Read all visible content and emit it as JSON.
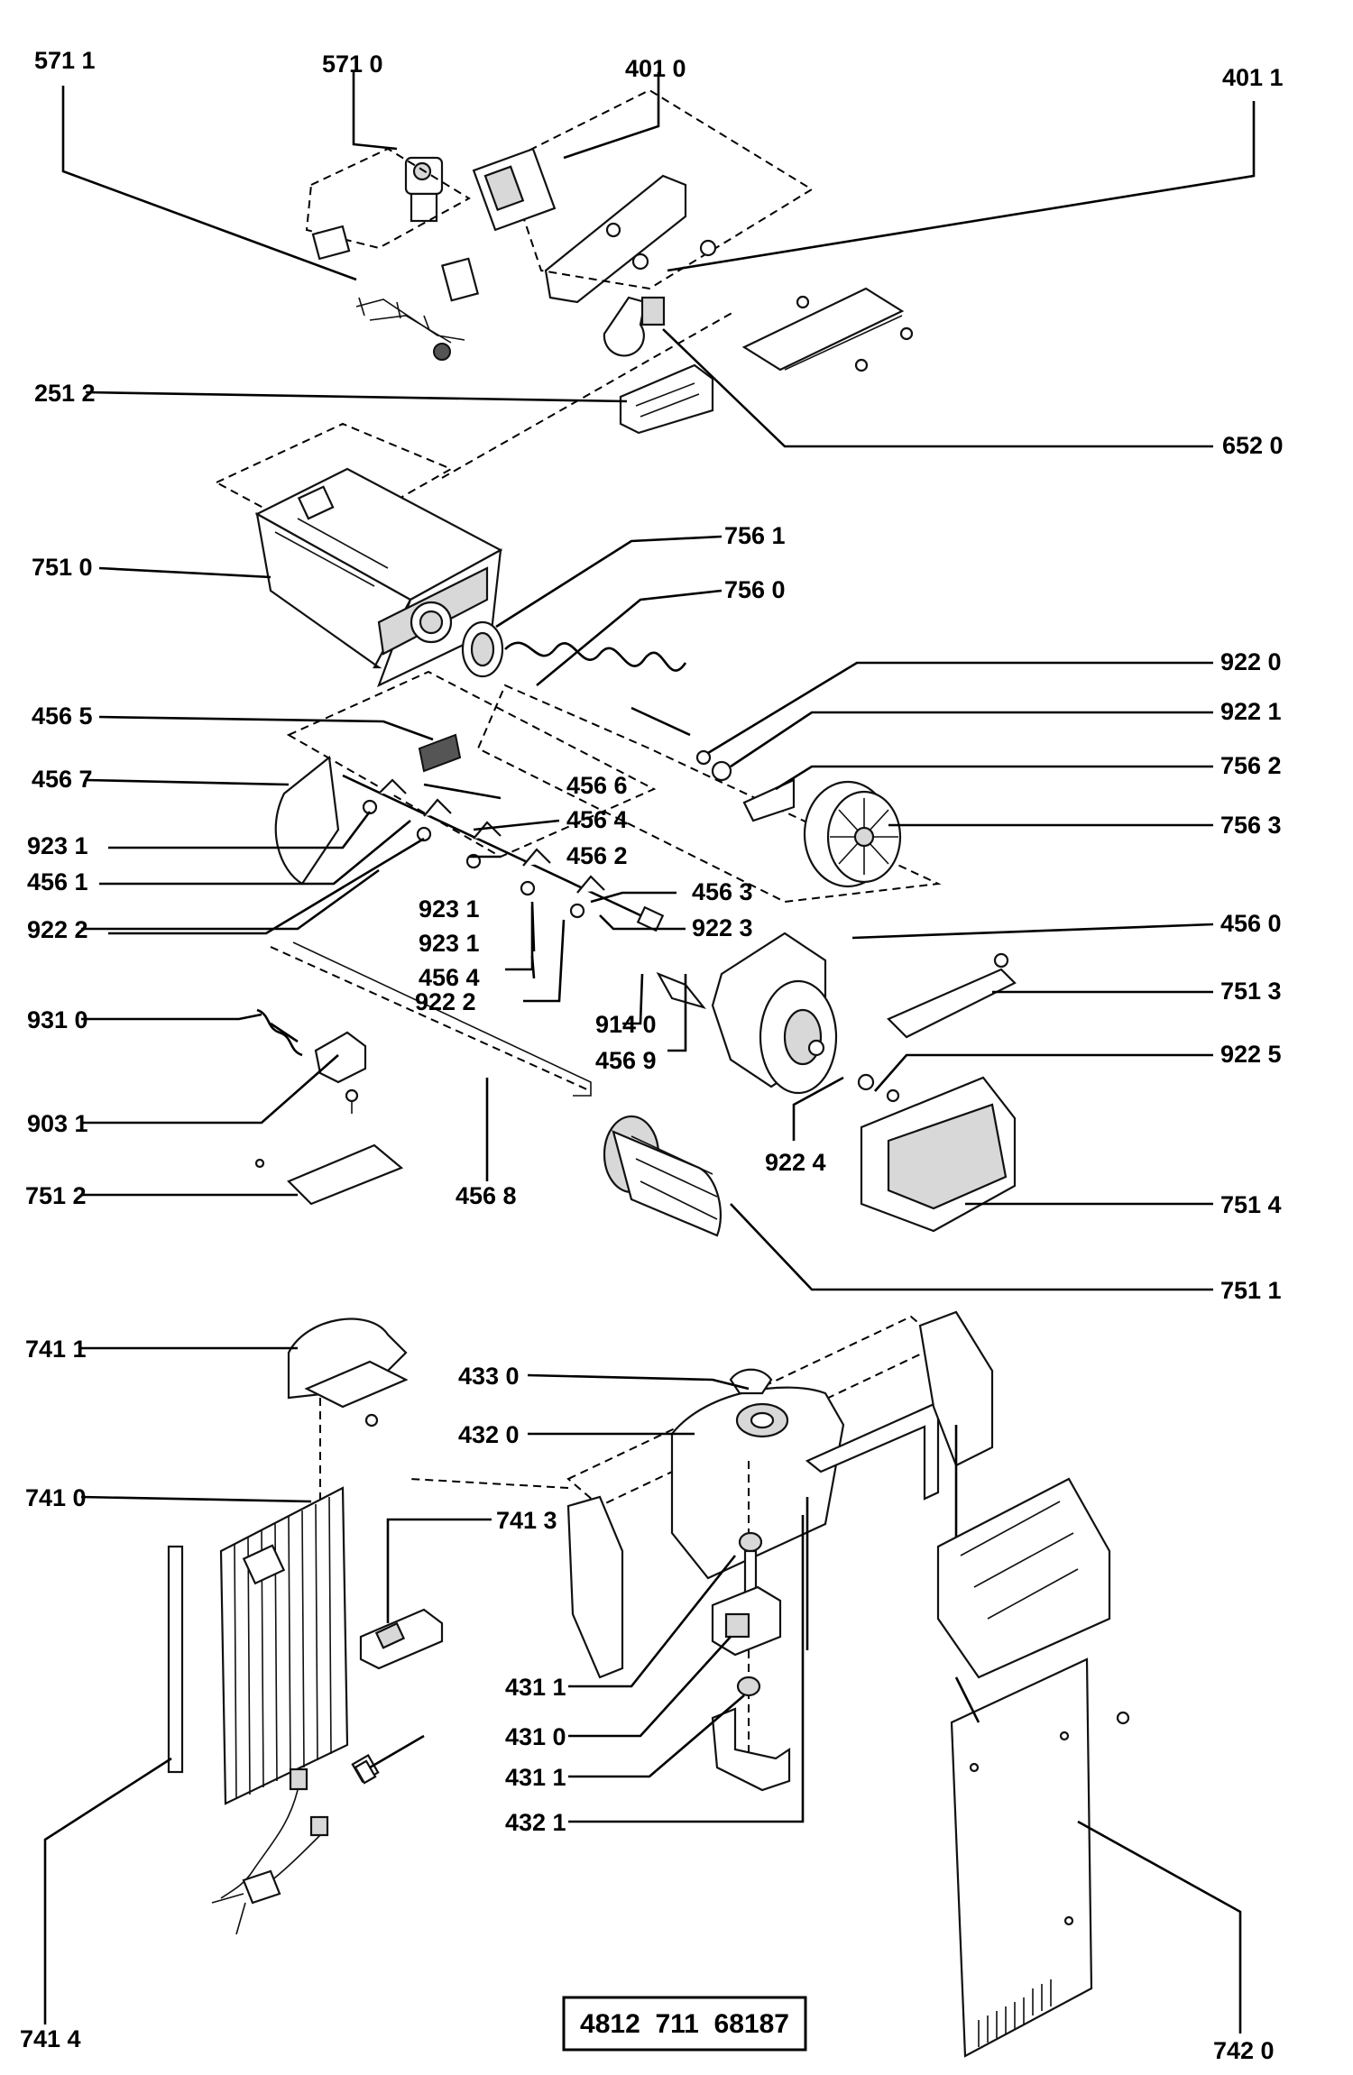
{
  "reference_number": "4812  711  68187",
  "callouts": [
    {
      "id": "c-5711",
      "label": "571 1"
    },
    {
      "id": "c-5710",
      "label": "571 0"
    },
    {
      "id": "c-4010",
      "label": "401 0"
    },
    {
      "id": "c-4011",
      "label": "401 1"
    },
    {
      "id": "c-2512",
      "label": "251 2"
    },
    {
      "id": "c-6520",
      "label": "652 0"
    },
    {
      "id": "c-7510",
      "label": "751 0"
    },
    {
      "id": "c-7561",
      "label": "756 1"
    },
    {
      "id": "c-7560",
      "label": "756 0"
    },
    {
      "id": "c-9220",
      "label": "922 0"
    },
    {
      "id": "c-9221",
      "label": "922 1"
    },
    {
      "id": "c-7562",
      "label": "756 2"
    },
    {
      "id": "c-7563",
      "label": "756 3"
    },
    {
      "id": "c-4565",
      "label": "456 5"
    },
    {
      "id": "c-4567",
      "label": "456 7"
    },
    {
      "id": "c-4566",
      "label": "456 6"
    },
    {
      "id": "c-4564a",
      "label": "456 4"
    },
    {
      "id": "c-9231a",
      "label": "923 1"
    },
    {
      "id": "c-4562",
      "label": "456 2"
    },
    {
      "id": "c-4561",
      "label": "456 1"
    },
    {
      "id": "c-4563",
      "label": "456 3"
    },
    {
      "id": "c-9231b",
      "label": "923 1"
    },
    {
      "id": "c-9231c",
      "label": "923 1"
    },
    {
      "id": "c-9223",
      "label": "922 3"
    },
    {
      "id": "c-9222a",
      "label": "922 2"
    },
    {
      "id": "c-4560",
      "label": "456 0"
    },
    {
      "id": "c-4564b",
      "label": "456 4"
    },
    {
      "id": "c-7513",
      "label": "751 3"
    },
    {
      "id": "c-9222b",
      "label": "922 2"
    },
    {
      "id": "c-9310",
      "label": "931 0"
    },
    {
      "id": "c-9140",
      "label": "914 0"
    },
    {
      "id": "c-9225",
      "label": "922 5"
    },
    {
      "id": "c-4569",
      "label": "456 9"
    },
    {
      "id": "c-9031",
      "label": "903 1"
    },
    {
      "id": "c-9224",
      "label": "922 4"
    },
    {
      "id": "c-7512",
      "label": "751 2"
    },
    {
      "id": "c-4568",
      "label": "456 8"
    },
    {
      "id": "c-7514",
      "label": "751 4"
    },
    {
      "id": "c-7511",
      "label": "751 1"
    },
    {
      "id": "c-7411",
      "label": "741 1"
    },
    {
      "id": "c-4330",
      "label": "433 0"
    },
    {
      "id": "c-4320",
      "label": "432 0"
    },
    {
      "id": "c-7410",
      "label": "741 0"
    },
    {
      "id": "c-7413",
      "label": "741 3"
    },
    {
      "id": "c-4311a",
      "label": "431 1"
    },
    {
      "id": "c-4310",
      "label": "431 0"
    },
    {
      "id": "c-4311b",
      "label": "431 1"
    },
    {
      "id": "c-4321",
      "label": "432 1"
    },
    {
      "id": "c-7414",
      "label": "741 4"
    },
    {
      "id": "c-7420",
      "label": "742 0"
    }
  ]
}
